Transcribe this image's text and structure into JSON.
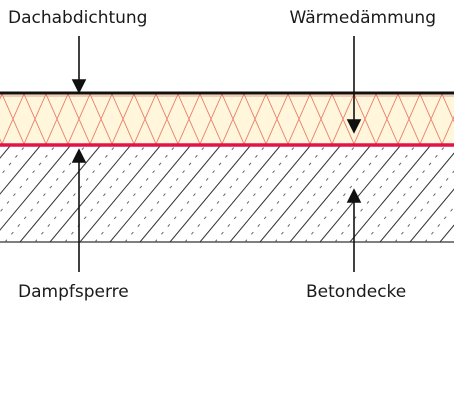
{
  "labels": {
    "roof_membrane": "Dachabdichtung",
    "insulation": "Wärmedämmung",
    "vapour_barrier": "Dampfsperre",
    "concrete_slab": "Betondecke"
  },
  "colors": {
    "text": "#1a1a1a",
    "roof_membrane": "#111111",
    "insulation_hatch": "#e87f6a",
    "insulation_fill": "#fff6dc",
    "vapour_barrier": "#e0144a",
    "concrete_hatch": "#333333",
    "concrete_dash": "#666666"
  },
  "layers": [
    "roof-membrane",
    "insulation",
    "vapour-barrier",
    "concrete-slab"
  ]
}
